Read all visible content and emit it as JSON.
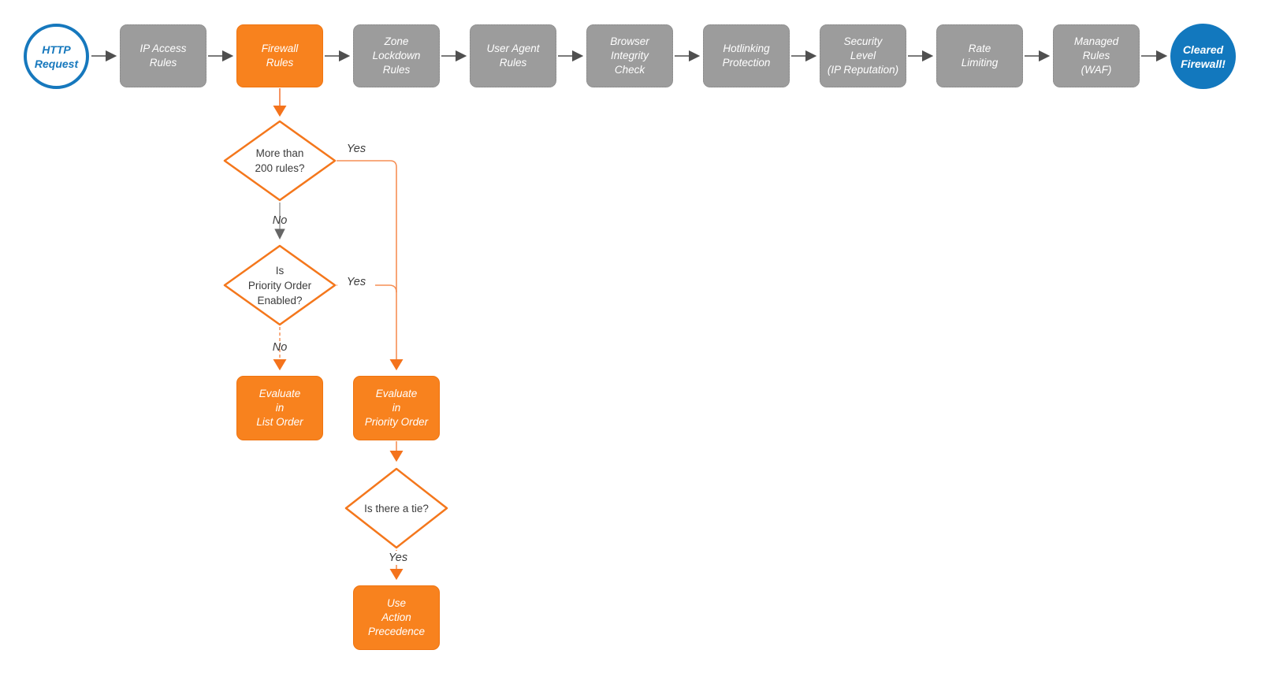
{
  "diagram": {
    "stages": [
      {
        "id": "http-request",
        "label": "HTTP\nRequest",
        "shape": "circle-outline"
      },
      {
        "id": "ip-access-rules",
        "label": "IP Access\nRules",
        "shape": "box-gray"
      },
      {
        "id": "firewall-rules",
        "label": "Firewall\nRules",
        "shape": "box-orange"
      },
      {
        "id": "zone-lockdown-rules",
        "label": "Zone\nLockdown\nRules",
        "shape": "box-gray"
      },
      {
        "id": "user-agent-rules",
        "label": "User Agent\nRules",
        "shape": "box-gray"
      },
      {
        "id": "browser-integrity-check",
        "label": "Browser\nIntegrity\nCheck",
        "shape": "box-gray"
      },
      {
        "id": "hotlinking-protection",
        "label": "Hotlinking\nProtection",
        "shape": "box-gray"
      },
      {
        "id": "security-level",
        "label": "Security\nLevel\n(IP Reputation)",
        "shape": "box-gray"
      },
      {
        "id": "rate-limiting",
        "label": "Rate\nLimiting",
        "shape": "box-gray"
      },
      {
        "id": "managed-rules-waf",
        "label": "Managed\nRules\n(WAF)",
        "shape": "box-gray"
      },
      {
        "id": "cleared-firewall",
        "label": "Cleared\nFirewall!",
        "shape": "circle-filled"
      }
    ],
    "decisions": [
      {
        "id": "more-than-200-rules",
        "label": "More than\n200 rules?"
      },
      {
        "id": "priority-order-enabled",
        "label": "Is\nPriority Order\nEnabled?"
      },
      {
        "id": "is-there-a-tie",
        "label": "Is there a tie?"
      }
    ],
    "outcomes": [
      {
        "id": "evaluate-list-order",
        "label": "Evaluate\nin\nList Order"
      },
      {
        "id": "evaluate-priority-order",
        "label": "Evaluate\nin\nPriority Order"
      },
      {
        "id": "use-action-precedence",
        "label": "Use\nAction\nPrecedence"
      }
    ],
    "edge_labels": {
      "yes_200_rules": "Yes",
      "no_200_rules": "No",
      "yes_priority": "Yes",
      "no_priority": "No",
      "yes_tie": "Yes"
    },
    "colors": {
      "orange_fill": "#F8821E",
      "orange_stroke": "#F4771C",
      "orange_connector": "#F68F55",
      "gray_fill": "#9C9C9C",
      "dark_connector": "#4F4F4F",
      "blue": "#1278BE",
      "text_dark": "#3C3C3C"
    }
  }
}
